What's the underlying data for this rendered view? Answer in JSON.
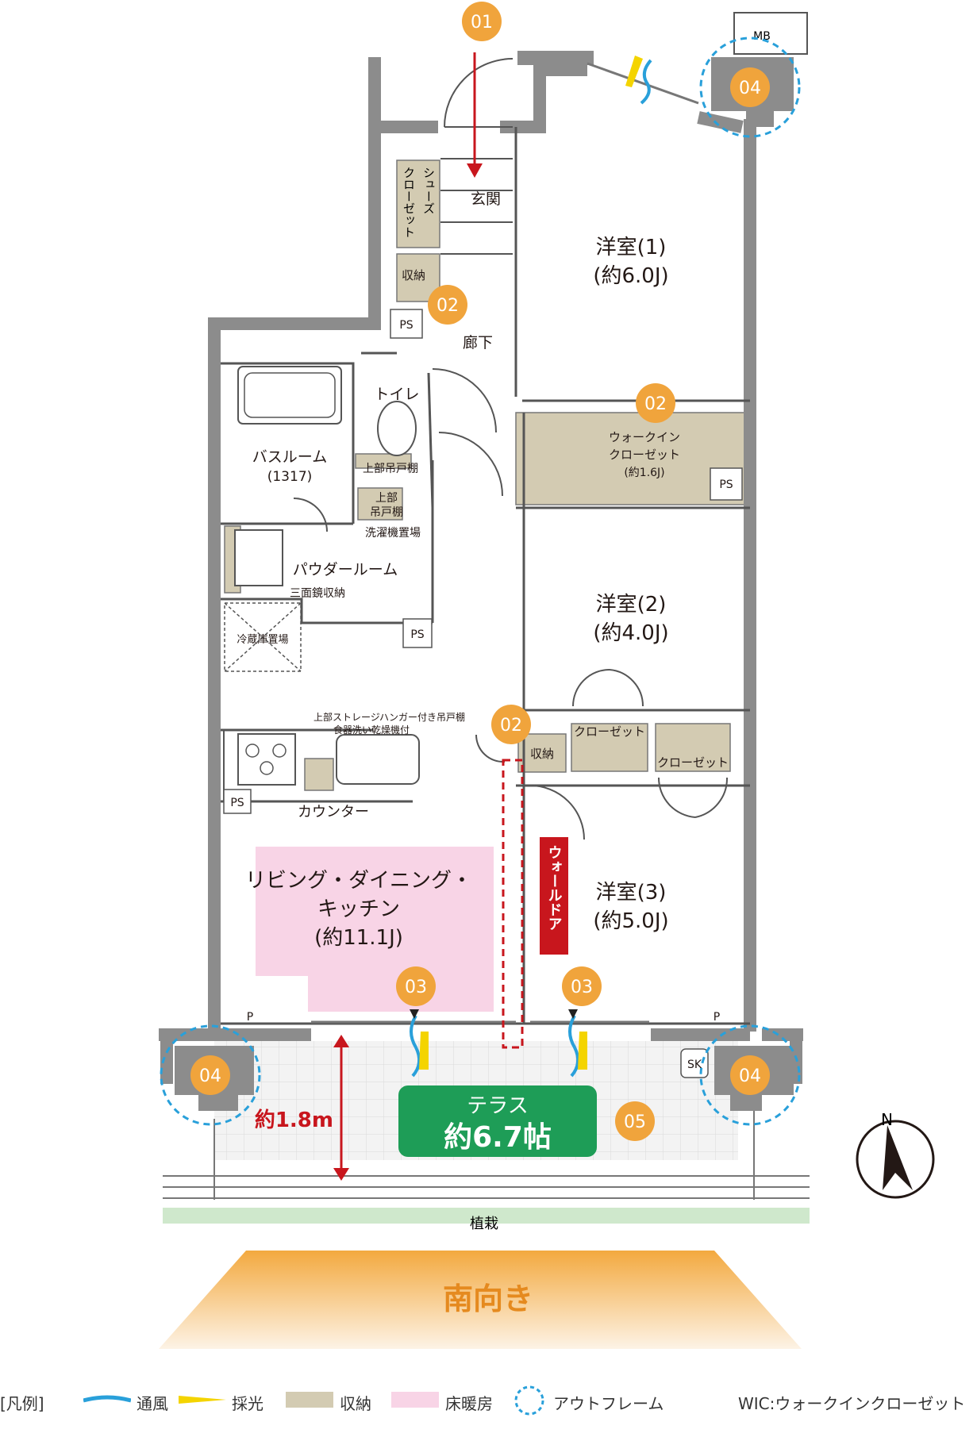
{
  "markers": {
    "entrance": "01",
    "storage": "02",
    "ventilation": "03",
    "outframe": "04",
    "terrace": "05"
  },
  "rooms": {
    "entrance": "玄関",
    "corridor": "廊下",
    "toilet": "トイレ",
    "bath_name": "バスルーム",
    "bath_size": "(1317)",
    "powder": "パウダールーム",
    "mirror": "三面鏡収納",
    "upper_shelf_1": "上部吊戸棚",
    "upper_shelf_2a": "上部",
    "upper_shelf_2b": "吊戸棚",
    "washer": "洗濯機置場",
    "fridge": "冷蔵庫置場",
    "kitchen_note_1": "上部ストレージハンガー付き吊戸棚",
    "kitchen_note_2": "食器洗い乾燥機付",
    "counter": "カウンター",
    "ldk_1": "リビング・ダイニング・",
    "ldk_2": "キッチン",
    "ldk_size": "(約11.1J)",
    "room1_name": "洋室(1)",
    "room1_size": "(約6.0J)",
    "room2_name": "洋室(2)",
    "room2_size": "(約4.0J)",
    "room3_name": "洋室(3)",
    "room3_size": "(約5.0J)",
    "wic_1": "ウォークイン",
    "wic_2": "クローゼット",
    "wic_size": "(約1.6J)",
    "shoes_col1": "シューズ",
    "shoes_col2": "クローゼット",
    "storage": "収納",
    "closet": "クローゼット",
    "ps": "PS",
    "mb": "MB",
    "sk": "SK",
    "p": "P",
    "wall_door": "ウォールドア",
    "planting": "植栽"
  },
  "terrace": {
    "label": "テラス",
    "size": "約6.7帖",
    "depth": "約1.8m"
  },
  "compass": {
    "north": "N"
  },
  "orientation": "南向き",
  "legend": {
    "title": "[凡例]",
    "wind": "通風",
    "light": "採光",
    "storage": "収納",
    "floor_heating": "床暖房",
    "outframe": "アウトフレーム",
    "wic": "WIC:ウォークインクローゼット"
  },
  "colors": {
    "wall": "#8c8c8c",
    "storage": "#d3cbb2",
    "floor_heating": "#f8d4e6",
    "marker": "#f0a43c",
    "terrace_green": "#1e9d57",
    "red": "#c8161d",
    "wind": "#29a0da",
    "light": "#f4d400",
    "outframe": "#29a0da",
    "orientation_text": "#e58a1f"
  }
}
